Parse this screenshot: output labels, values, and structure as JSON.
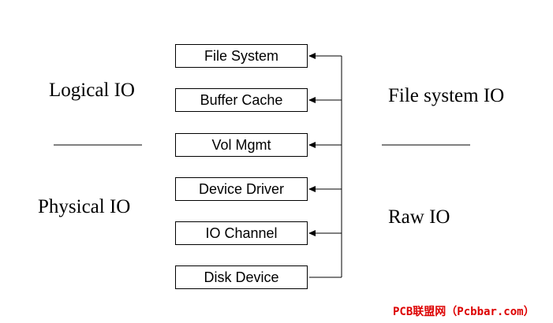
{
  "stack": {
    "layers": [
      {
        "label": "File System"
      },
      {
        "label": "Buffer Cache"
      },
      {
        "label": "Vol Mgmt"
      },
      {
        "label": "Device Driver"
      },
      {
        "label": "IO Channel"
      },
      {
        "label": "Disk Device"
      }
    ]
  },
  "left": {
    "top_label": "Logical IO",
    "bottom_label": "Physical IO"
  },
  "right": {
    "top_label": "File system IO",
    "bottom_label": "Raw IO"
  },
  "watermark": "PCB联盟网（Pcbbar.com）",
  "colors": {
    "line": "#000000",
    "watermark": "#dd0000"
  }
}
